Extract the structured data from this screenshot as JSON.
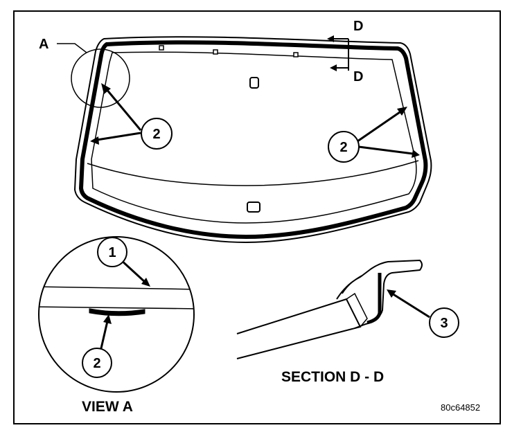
{
  "labels": {
    "view_letter": "A",
    "section_top": "D",
    "section_bottom": "D",
    "view_caption": "VIEW  A",
    "section_caption": "SECTION D - D",
    "figure_id": "80c64852"
  },
  "callouts": {
    "left_glass": "2",
    "right_glass": "2",
    "view_top": "1",
    "view_bottom": "2",
    "section": "3"
  }
}
